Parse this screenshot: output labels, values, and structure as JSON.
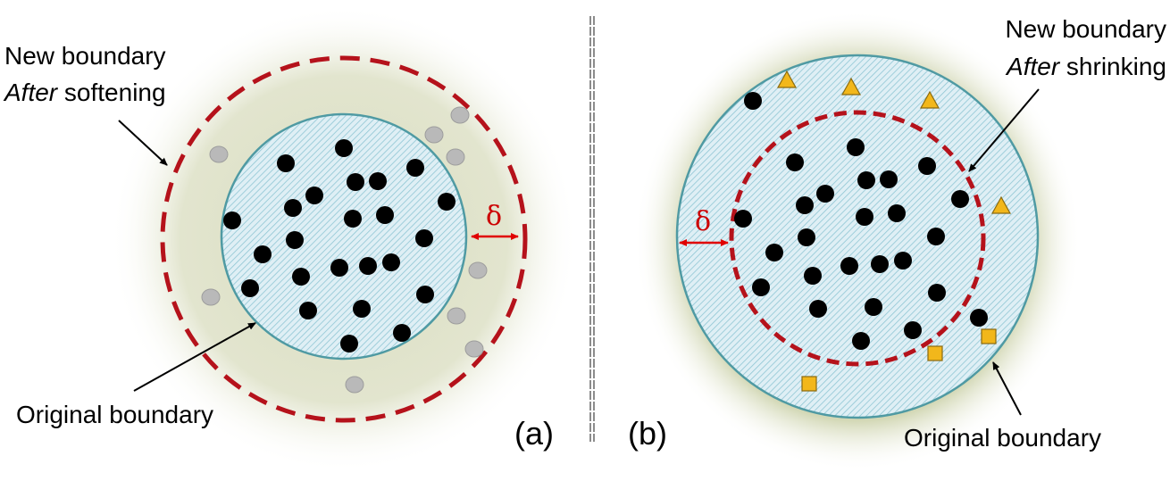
{
  "panel_a": {
    "annotation_new_prefix": "New boundary",
    "annotation_new_em": "After",
    "annotation_new_rest": " softening",
    "annotation_original": "Original boundary",
    "delta": "δ",
    "tag": "(a)"
  },
  "panel_b": {
    "annotation_new_prefix": "New boundary",
    "annotation_new_em": "After",
    "annotation_new_rest": " shrinking",
    "annotation_original": "Original boundary",
    "delta": "δ",
    "tag": "(b)"
  },
  "colors": {
    "boundary_dashed": "#b5121b",
    "circle_edge": "#4f9aa3",
    "hatch_fill": "#d6eaf1",
    "black_particle": "#000000",
    "grey_particle": "#b5b5b5",
    "gold_marker": "#f2b71b",
    "halo": "#d8dcc0",
    "delta_arrow": "#e00000"
  }
}
